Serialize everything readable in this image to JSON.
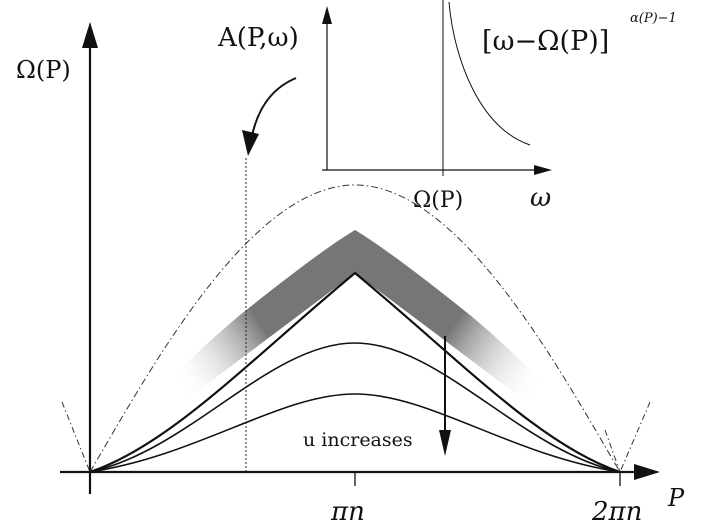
{
  "labels": {
    "omega_p_axis": "Ω(P)",
    "p_axis": "P",
    "pi_n": "πn",
    "two_pi_n": "2πn",
    "spectral_function": "A(P,ω)",
    "power_law": "[ω−Ω(P)]",
    "exponent": "α(P)−1",
    "inset_omega_p": "Ω(P)",
    "inset_omega": "ω",
    "u_increases": "u increases"
  },
  "colors": {
    "stroke": "#111111",
    "shade_dark": "#7a7a7a",
    "shade_light": "#ffffff"
  }
}
